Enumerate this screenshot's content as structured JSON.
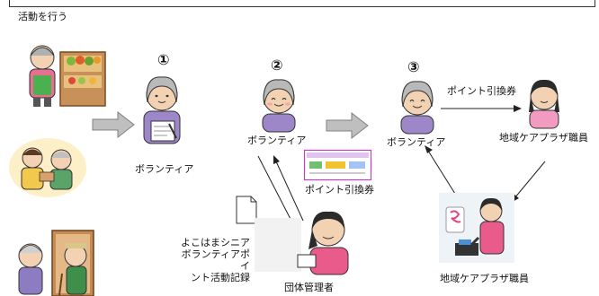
{
  "header_label": "活動を行う",
  "steps": [
    {
      "number": "①",
      "caption": "ボランティア"
    },
    {
      "number": "②",
      "caption": "ボランティア"
    },
    {
      "number": "③",
      "caption": "ボランティア"
    }
  ],
  "voucher_label": "ポイント引換券",
  "voucher_label_arrow": "ポイント引換券",
  "record_label": "よこはまシニア\nボランティアポイ\nント活動記録",
  "organizer_label": "団体管理者",
  "plaza_staff_top": "地域ケアプラザ職員",
  "plaza_staff_bottom": "地域ケアプラザ職員"
}
